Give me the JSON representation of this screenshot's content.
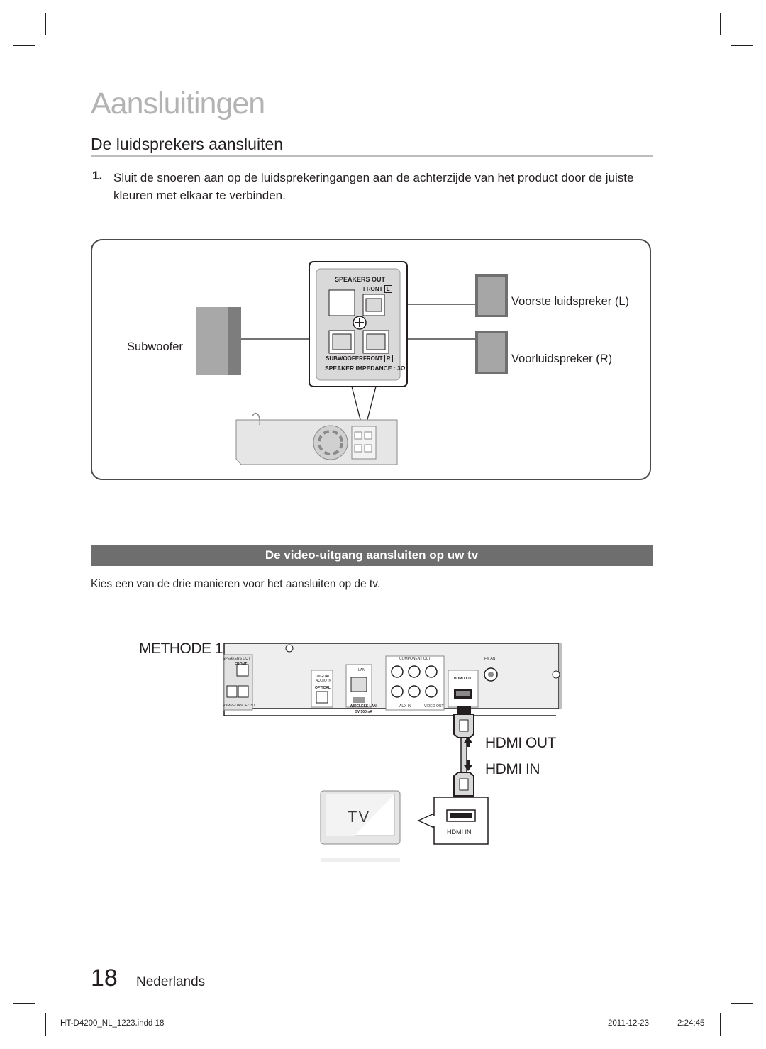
{
  "header": {
    "chapter_title": "Aansluitingen",
    "section_title": "De luidsprekers aansluiten"
  },
  "step": {
    "number": "1.",
    "text": "Sluit de snoeren aan op de luidsprekeringangen aan de achterzijde van het product door de juiste kleuren met elkaar te verbinden."
  },
  "speaker_diagram": {
    "panel_title": "SPEAKERS OUT",
    "front_l_label": "FRONT",
    "front_l_side": "L",
    "subwoofer_terminal_label": "SUBWOOFER",
    "front_r_label": "FRONT",
    "front_r_side": "R",
    "impedance_label": "SPEAKER IMPEDANCE : 3Ω",
    "subwoofer_label": "Subwoofer",
    "front_left_label": "Voorste luidspreker (L)",
    "front_right_label": "Voorluidspreker (R)"
  },
  "video_section": {
    "subheading": "De video-uitgang aansluiten op uw tv",
    "intro": "Kies een van de drie manieren voor het aansluiten op de tv.",
    "method_label": "METHODE 1",
    "rear_panel": {
      "speakers_out": "SPEAKERS OUT",
      "front": "FRONT",
      "impedance": "R IMPEDANCE : 3Ω",
      "digital_audio_in": "DIGITAL AUDIO IN",
      "optical": "OPTICAL",
      "lan": "LAN",
      "wireless_lan": "WIRELESS LAN",
      "wireless_power": "5V 500mA",
      "component_out": "COMPONENT OUT",
      "aux_in": "AUX IN",
      "video_out": "VIDEO OUT",
      "hdmi_out": "HDMI OUT",
      "fm_ant": "FM ANT"
    },
    "hdmi_out_label": "HDMI OUT",
    "hdmi_in_label": "HDMI IN",
    "tv_label": "TV",
    "tv_port_label": "HDMI IN"
  },
  "page": {
    "number": "18",
    "language": "Nederlands"
  },
  "footer": {
    "file": "HT-D4200_NL_1223.indd   18",
    "date": "2011-12-23",
    "time": "2:24:45"
  },
  "colors": {
    "chapter_title": "#b3b3b3",
    "subheading_bar": "#6e6e6e",
    "text": "#231f20"
  }
}
